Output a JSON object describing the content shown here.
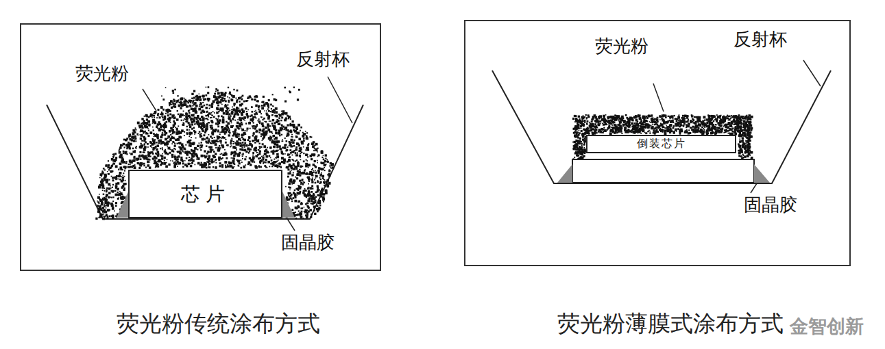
{
  "diagram": {
    "nodes": [
      {
        "text": [
          "芯片"
        ]
      },
      {
        "text": [
          "倒装芯片"
        ]
      }
    ],
    "labels": [
      "荧光粉",
      "反射杯",
      "固晶胶",
      "荧光粉",
      "反射杯",
      "固晶胶",
      "荧光粉传统涂布方式",
      "荧光粉薄膜式涂布方式",
      "金智创新"
    ]
  }
}
